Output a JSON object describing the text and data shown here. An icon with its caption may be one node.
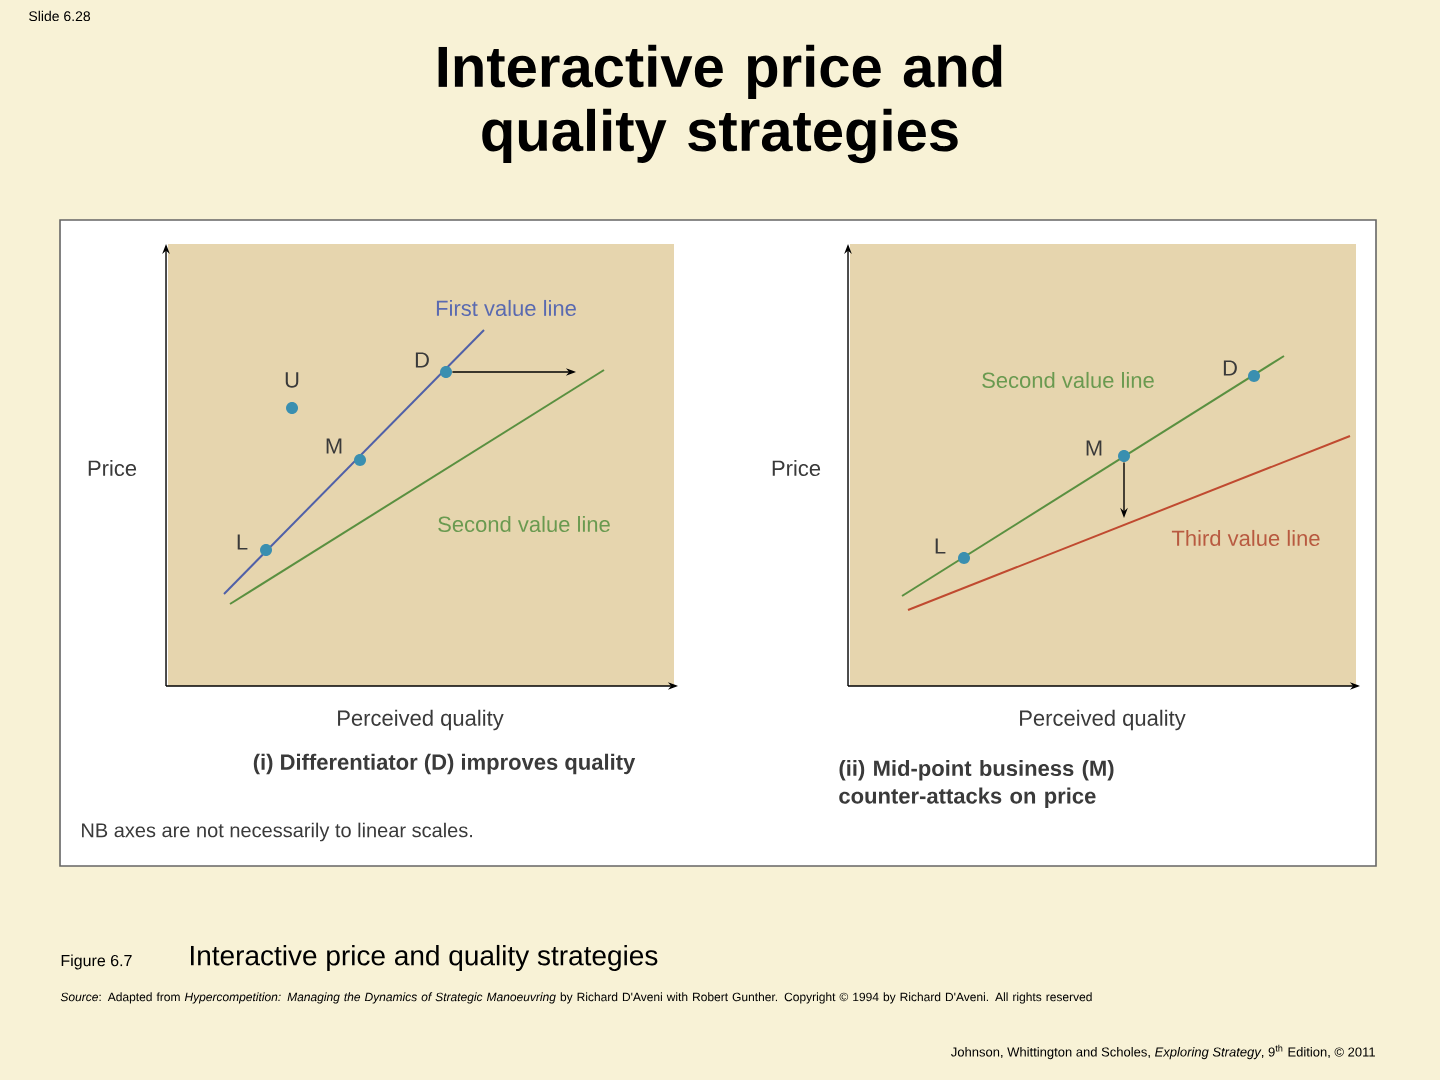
{
  "diagram": {
    "title": "Interactive price and quality strategies",
    "caption": "Interactive price and quality strategies",
    "nodes": [
      {
        "text": [
          "U"
        ]
      },
      {
        "text": [
          "D"
        ]
      },
      {
        "text": [
          "M"
        ]
      },
      {
        "text": [
          "L"
        ]
      },
      {
        "text": [
          "D"
        ]
      },
      {
        "text": [
          "M"
        ]
      },
      {
        "text": [
          "L"
        ]
      }
    ],
    "edges": [
      {
        "from": 1,
        "to": null,
        "arrow": "to"
      },
      {
        "from": 5,
        "to": null,
        "arrow": "to"
      }
    ],
    "labels": [
      "Slide 6.28",
      "Price",
      "First value line",
      "Second value line",
      "Perceived quality",
      "(i) Differentiator (D) improves quality",
      "Price",
      "Second value line",
      "Third value line",
      "Perceived quality",
      "(ii) Mid-point business (M) counter-attacks on price",
      "NB axes are not necessarily to linear scales.",
      "Figure 6.7",
      "*Source*: Adapted from *Hypercompetition: Managing the Dynamics of Strategic Manoeuvring* by Richard D'Aveni with Robert Gunther. Copyright © 1994 by Richard D'Aveni. All rights reserved",
      "Johnson, Whittington and Scholes, *Exploring Strategy*, 9$^{th}$ Edition, © 2011"
    ]
  }
}
